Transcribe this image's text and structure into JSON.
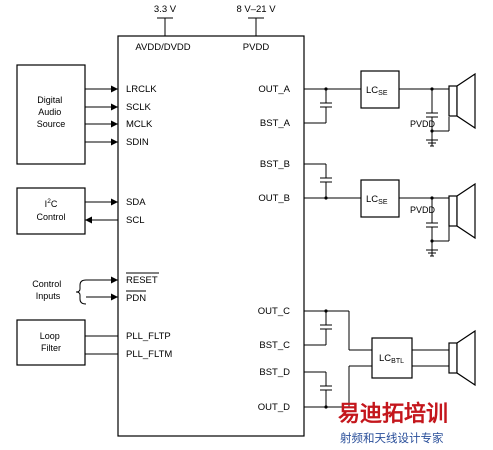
{
  "supplies": {
    "avdd_voltage": "3.3 V",
    "pvdd_voltage": "8 V–21 V",
    "avdd_label": "AVDD/DVDD",
    "pvdd_label": "PVDD"
  },
  "blocks": {
    "digital_audio_source": [
      "Digital",
      "Audio",
      "Source"
    ],
    "i2c_control": {
      "prefix": "I",
      "sup": "2",
      "suffix": "C",
      "line2": "Control"
    },
    "control_inputs": [
      "Control",
      "Inputs"
    ],
    "loop_filter": [
      "Loop",
      "Filter"
    ]
  },
  "left_pins": {
    "lrclk": "LRCLK",
    "sclk": "SCLK",
    "mclk": "MCLK",
    "sdin": "SDIN",
    "sda": "SDA",
    "scl": "SCL",
    "reset": "RESET",
    "pdn": "PDN",
    "pll_fltp": "PLL_FLTP",
    "pll_fltm": "PLL_FLTM"
  },
  "right_pins": {
    "out_a": "OUT_A",
    "bst_a": "BST_A",
    "bst_b": "BST_B",
    "out_b": "OUT_B",
    "out_c": "OUT_C",
    "bst_c": "BST_C",
    "bst_d": "BST_D",
    "out_d": "OUT_D"
  },
  "filters": {
    "lc": "LC",
    "se_sub": "SE",
    "btl_sub": "BTL",
    "pvdd": "PVDD"
  },
  "watermark": {
    "title": "易迪拓培训",
    "subtitle": "射频和天线设计专家"
  }
}
